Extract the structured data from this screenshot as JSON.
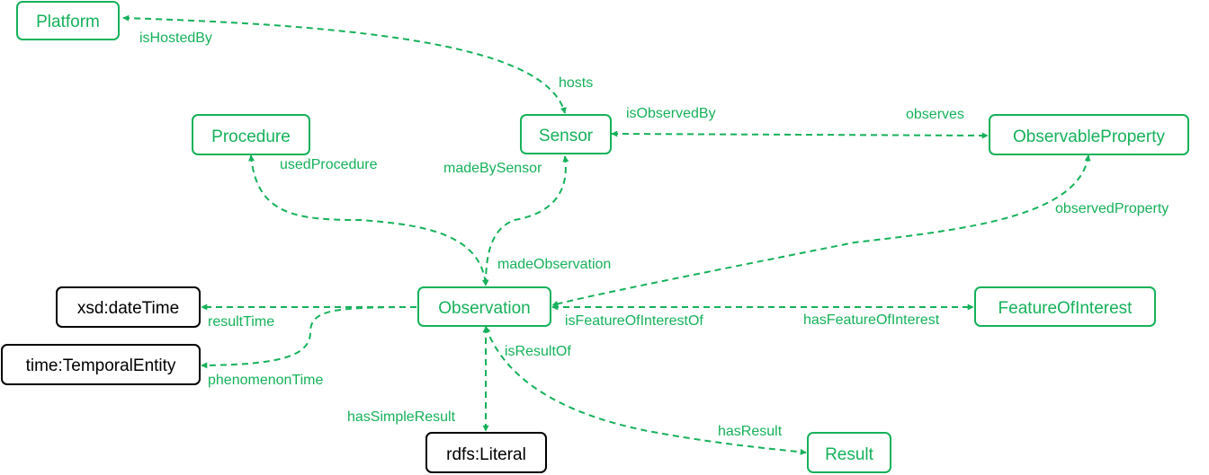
{
  "colors": {
    "accent": "#16b15a",
    "black_node": "#000000"
  },
  "nodes": {
    "platform": "Platform",
    "sensor": "Sensor",
    "procedure": "Procedure",
    "observable_property": "ObservableProperty",
    "observation": "Observation",
    "feature_of_interest": "FeatureOfInterest",
    "xsd_datetime": "xsd:dateTime",
    "temporal_entity": "time:TemporalEntity",
    "rdfs_literal": "rdfs:Literal",
    "result": "Result"
  },
  "edge_labels": {
    "is_hosted_by": "isHostedBy",
    "hosts": "hosts",
    "is_observed_by": "isObservedBy",
    "observes": "observes",
    "used_procedure": "usedProcedure",
    "made_by_sensor": "madeBySensor",
    "made_observation": "madeObservation",
    "observed_property": "observedProperty",
    "result_time": "resultTime",
    "phenomenon_time": "phenomenonTime",
    "is_feature_of_interest_of": "isFeatureOfInterestOf",
    "has_feature_of_interest": "hasFeatureOfInterest",
    "is_result_of": "isResultOf",
    "has_simple_result": "hasSimpleResult",
    "has_result": "hasResult"
  }
}
